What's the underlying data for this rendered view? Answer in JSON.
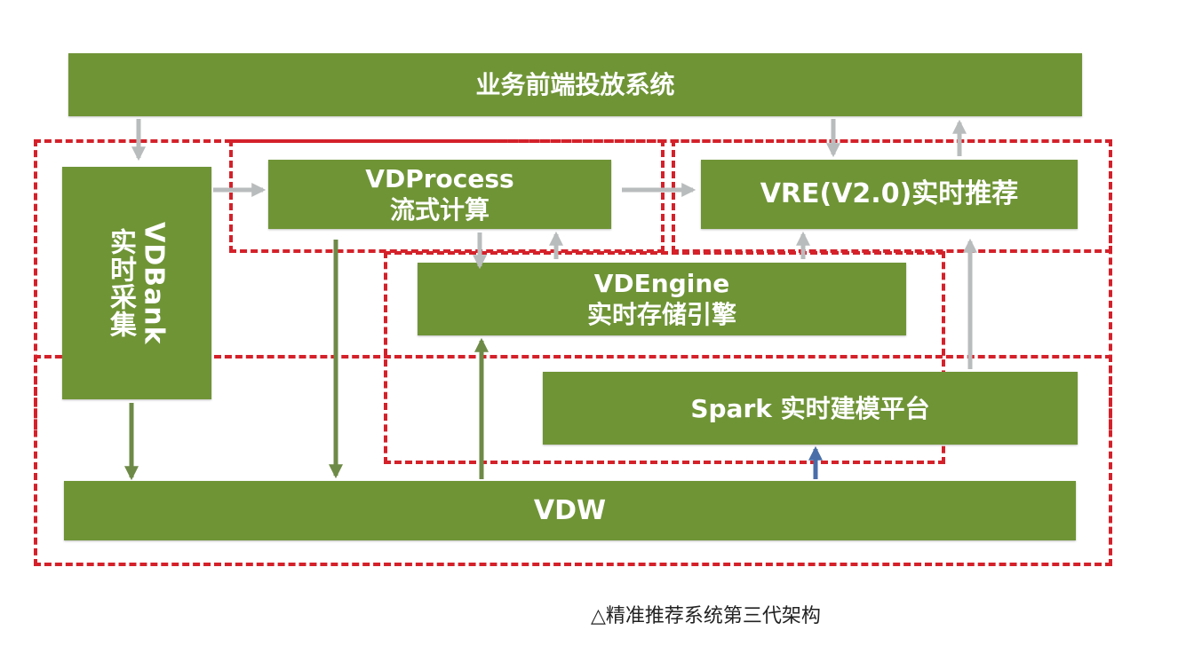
{
  "boxes": {
    "frontend": "业务前端投放系统",
    "vdbank": "VDBank\n实时采集",
    "vdprocess": "VDProcess\n流式计算",
    "vre": "VRE(V2.0)实时推荐",
    "vdengine": "VDEngine\n实时存储引擎",
    "spark": "Spark 实时建模平台",
    "vdw": "VDW"
  },
  "caption": "△精准推荐系统第三代架构",
  "colors": {
    "box_fill": "#6f9436",
    "dash_red": "#d4212a",
    "arrow_gray": "#b9bcbd",
    "arrow_green": "#6e8a47",
    "arrow_blue": "#4a6ea8"
  }
}
